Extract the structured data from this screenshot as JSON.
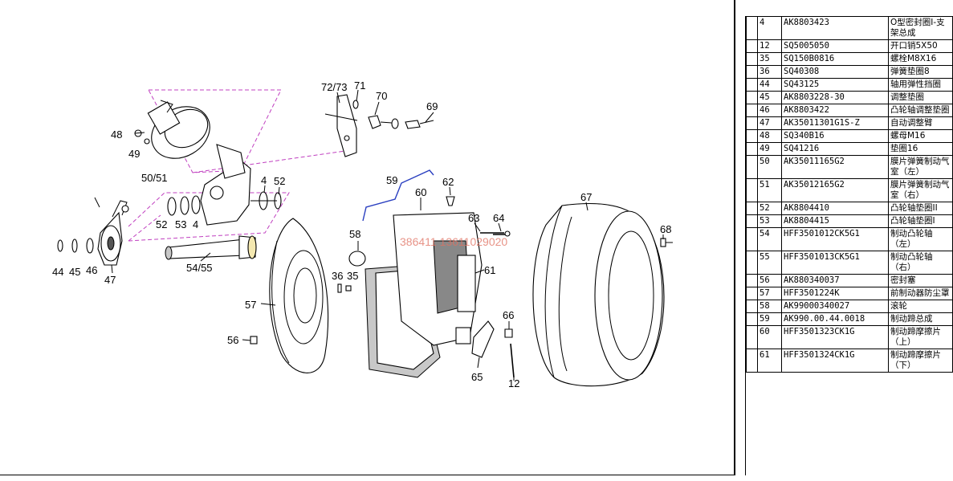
{
  "diagram": {
    "callouts": [
      "72/73",
      "71",
      "70",
      "69",
      "48",
      "49",
      "50/51",
      "4",
      "52",
      "59",
      "62",
      "60",
      "63",
      "64",
      "67",
      "68",
      "52",
      "53",
      "4",
      "58",
      "44",
      "45",
      "46",
      "47",
      "54/55",
      "36",
      "35",
      "61",
      "57",
      "66",
      "56",
      "65",
      "12"
    ],
    "watermark": "3​86411 13611029020"
  },
  "parts_table": {
    "rows": [
      {
        "no": "4",
        "code": "AK8803423",
        "name": "O型密封圈I-支架总成"
      },
      {
        "no": "12",
        "code": "SQ5005050",
        "name": "开口销5X50"
      },
      {
        "no": "35",
        "code": "SQ150B0816",
        "name": "螺栓M8X16"
      },
      {
        "no": "36",
        "code": "SQ40308",
        "name": "弹簧垫圈8"
      },
      {
        "no": "44",
        "code": "SQ43125",
        "name": "轴用弹性挡圈"
      },
      {
        "no": "45",
        "code": "AK8803228-30",
        "name": "调整垫圈"
      },
      {
        "no": "46",
        "code": "AK8803422",
        "name": "凸轮轴调整垫圈"
      },
      {
        "no": "47",
        "code": "AK35011301G1S-Z",
        "name": "自动调整臂"
      },
      {
        "no": "48",
        "code": "SQ340B16",
        "name": "螺母M16"
      },
      {
        "no": "49",
        "code": "SQ41216",
        "name": "垫圈16"
      },
      {
        "no": "50",
        "code": "AK35011165G2",
        "name": "膜片弹簧制动气室（左）"
      },
      {
        "no": "51",
        "code": "AK35012165G2",
        "name": "膜片弹簧制动气室（右）"
      },
      {
        "no": "52",
        "code": "AK8804410",
        "name": "凸轮轴垫圈II"
      },
      {
        "no": "53",
        "code": "AK8804415",
        "name": "凸轮轴垫圈I"
      },
      {
        "no": "54",
        "code": "HFF3501012CK5G1",
        "name": "制动凸轮轴（左）"
      },
      {
        "no": "55",
        "code": "HFF3501013CK5G1",
        "name": "制动凸轮轴（右）"
      },
      {
        "no": "56",
        "code": "AK880340037",
        "name": "密封塞"
      },
      {
        "no": "57",
        "code": "HFF3501224K",
        "name": "前制动器防尘罩"
      },
      {
        "no": "58",
        "code": "AK99000340027",
        "name": "滚轮"
      },
      {
        "no": "59",
        "code": "AK990.00.44.0018",
        "name": "制动蹄总成"
      },
      {
        "no": "60",
        "code": "HFF3501323CK1G",
        "name": "制动蹄摩擦片（上）"
      },
      {
        "no": "61",
        "code": "HFF3501324CK1G",
        "name": "制动蹄摩擦片（下）"
      }
    ]
  }
}
